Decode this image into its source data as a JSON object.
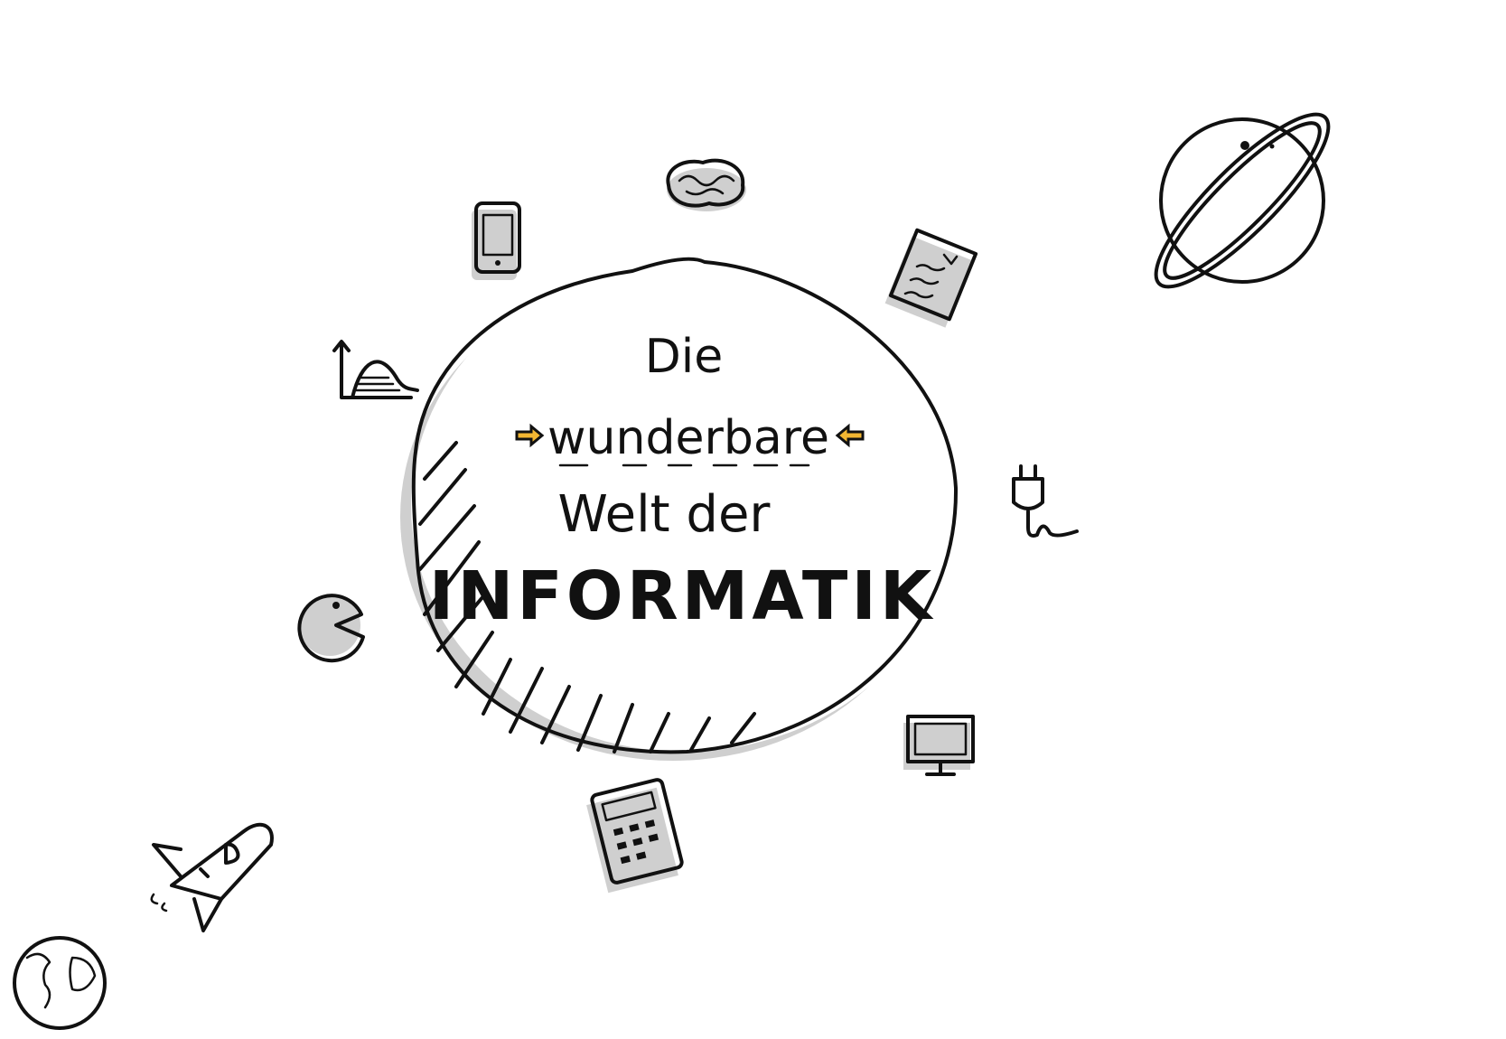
{
  "title": {
    "line1": "Die",
    "line2": "wunderbare",
    "line3": "Welt der",
    "line4": "INFORMATIK"
  },
  "colors": {
    "ink": "#111111",
    "shadow": "#cfcfcf",
    "highlight": "#f2b632"
  },
  "icons": [
    "brain-icon",
    "smartphone-icon",
    "document-icon",
    "chart-icon",
    "plug-icon",
    "pacman-icon",
    "monitor-icon",
    "calculator-icon",
    "rocket-icon",
    "earth-icon",
    "saturn-icon"
  ]
}
